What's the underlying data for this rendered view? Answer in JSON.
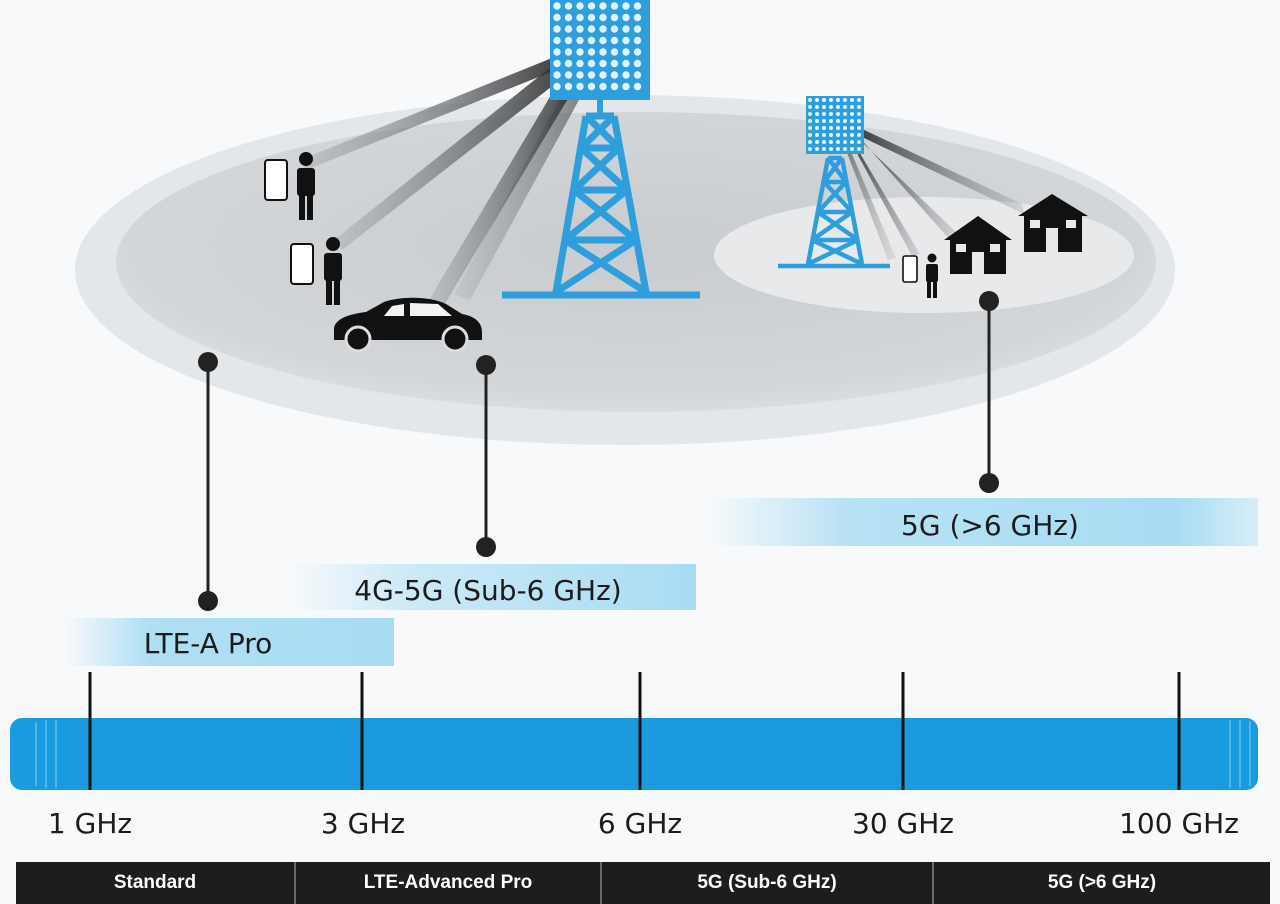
{
  "bands": {
    "lte": "LTE-A Pro",
    "sub6": "4G-5G (Sub-6 GHz)",
    "mmwave": "5G (>6 GHz)"
  },
  "frequencies": [
    "1 GHz",
    "3 GHz",
    "6 GHz",
    "30 GHz",
    "100 GHz"
  ],
  "table": [
    "Standard",
    "LTE-Advanced Pro",
    "5G (Sub-6 GHz)",
    "5G (>6 GHz)"
  ],
  "colors": {
    "tower": "#2e9fdc",
    "spectrum": "#1a9be0",
    "band_fill": "#a8dcf3",
    "ellipse_outer": "#e2e5e8",
    "ellipse_inner": "#d4d7da",
    "table_bg": "#1d1d1d"
  }
}
